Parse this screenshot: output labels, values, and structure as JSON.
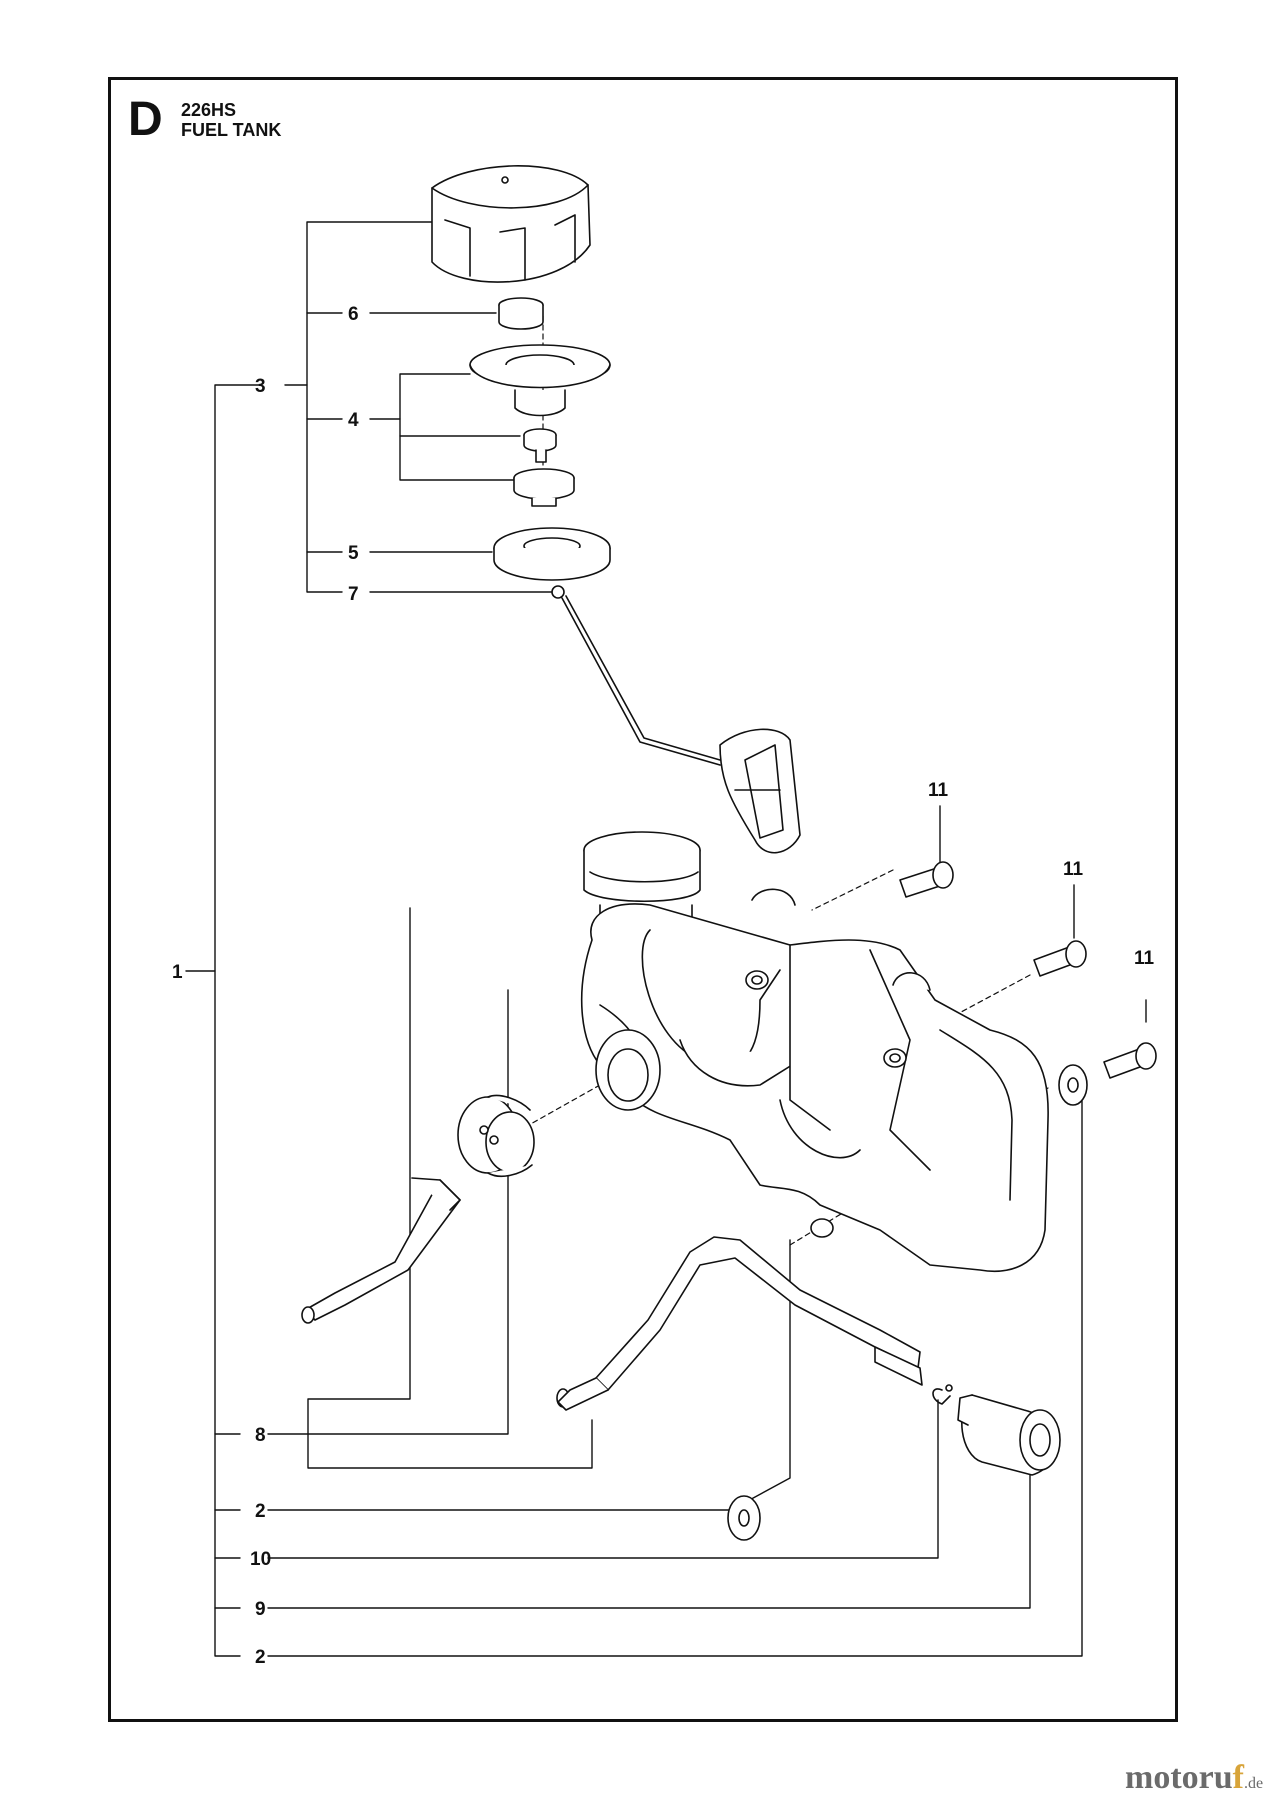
{
  "header": {
    "section": "D",
    "model": "226HS",
    "title": "FUEL TANK"
  },
  "callouts": {
    "c1": "1",
    "c2a": "2",
    "c2b": "2",
    "c3": "3",
    "c4": "4",
    "c5": "5",
    "c6": "6",
    "c7": "7",
    "c8": "8",
    "c9": "9",
    "c10": "10",
    "c11a": "11",
    "c11b": "11",
    "c11c": "11"
  },
  "watermark": {
    "brand_a": "motoru",
    "brand_b": "f",
    "suffix": ".de",
    "color_main": "#6b6b6b",
    "color_accent": "#d8a43a"
  }
}
